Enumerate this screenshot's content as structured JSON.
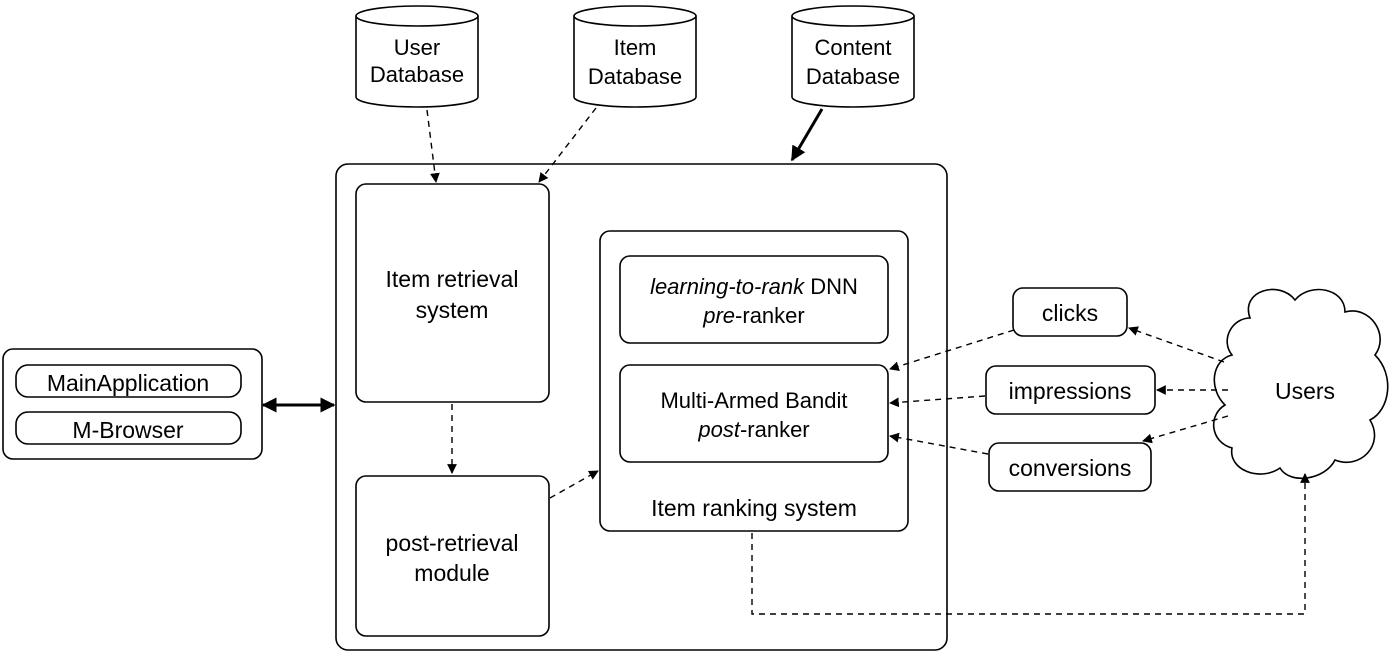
{
  "databases": [
    {
      "line1": "User",
      "line2": "Database"
    },
    {
      "line1": "Item",
      "line2": "Database"
    },
    {
      "line1": "Content",
      "line2": "Database"
    }
  ],
  "clients": {
    "main_app": "MainApplication",
    "browser": "M-Browser"
  },
  "retrieval": {
    "line1": "Item retrieval",
    "line2": "system"
  },
  "post_retrieval": {
    "line1": "post-retrieval",
    "line2": "module"
  },
  "ranking": {
    "title": "Item ranking system",
    "pre_ranker": {
      "italic1": "learning-to-rank",
      "rest1": " DNN",
      "italic2": "pre",
      "rest2": "-ranker"
    },
    "post_ranker": {
      "line1": "Multi-Armed Bandit",
      "italic2": "post",
      "rest2": "-ranker"
    }
  },
  "feedback": {
    "clicks": "clicks",
    "impressions": "impressions",
    "conversions": "conversions"
  },
  "users": "Users"
}
